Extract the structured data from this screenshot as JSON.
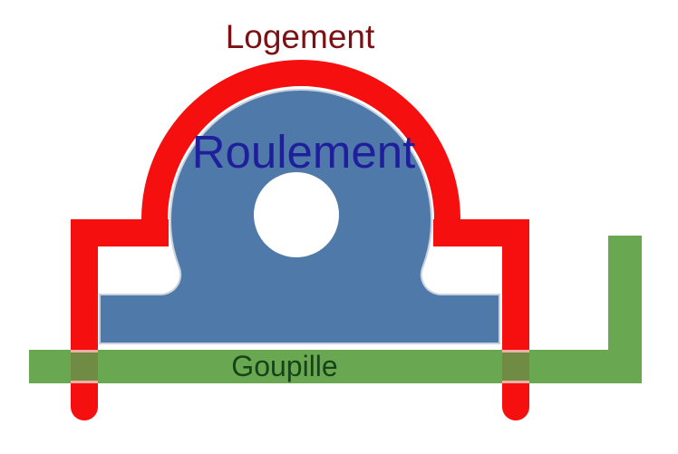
{
  "diagram": {
    "title": "Bearing housing assembly diagram",
    "labels": {
      "housing": "Logement",
      "bearing": "Roulement",
      "pin": "Goupille"
    },
    "colors": {
      "background": "#FFFFFF",
      "housing_red": "#F60F0F",
      "bearing_blue": "#4E79A8",
      "bearing_outline": "#C9D2DE",
      "bore_white": "#FFFFFF",
      "pin_green": "#69A750",
      "pin_over_housing": "#6F8B44",
      "pin_edge_highlight": "#F2AFA6",
      "label_housing": "#7C1113",
      "label_bearing": "#1F1F9C",
      "label_pin": "#17431A"
    }
  }
}
